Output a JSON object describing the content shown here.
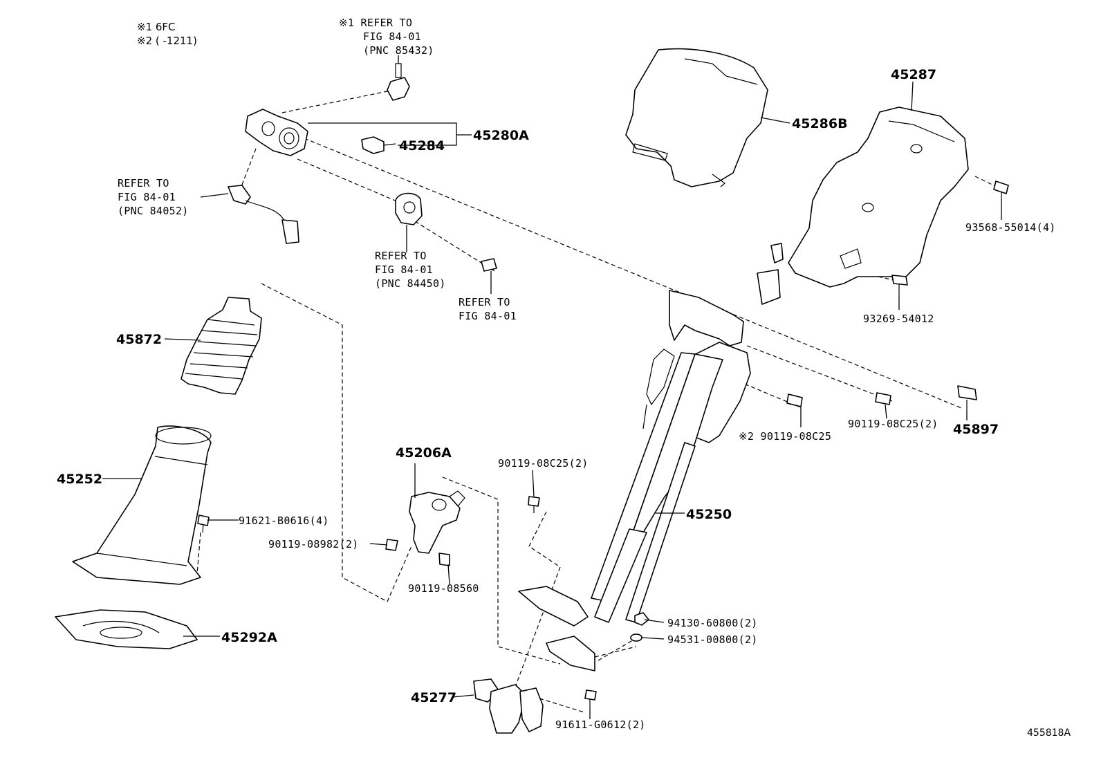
{
  "notes": {
    "note1": "※1 6FC",
    "note2": "※2 (      -1211)"
  },
  "labels": {
    "refer_85432": [
      "※1 REFER TO",
      "FIG 84-01",
      "(PNC 85432)"
    ],
    "refer_84052": [
      "REFER TO",
      "FIG 84-01",
      "(PNC 84052)"
    ],
    "refer_84450": [
      "REFER TO",
      "FIG 84-01",
      "(PNC 84450)"
    ],
    "refer_8401": [
      "REFER TO",
      "FIG 84-01"
    ],
    "p45280A": "45280A",
    "p45284": "45284",
    "p45286B": "45286B",
    "p45287": "45287",
    "p93568": "93568-55014(4)",
    "p93269": "93269-54012",
    "p45872": "45872",
    "p45252": "45252",
    "p91621": "91621-B0616(4)",
    "p45292A": "45292A",
    "p45206A": "45206A",
    "p90119_08982": "90119-08982(2)",
    "p90119_08560": "90119-08560",
    "p90119_08C25_a": "90119-08C25(2)",
    "p90119_08C25_b": "※2 90119-08C25",
    "p90119_08C25_c": "90119-08C25(2)",
    "p45897": "45897",
    "p45250": "45250",
    "p94130": "94130-60800(2)",
    "p94531": "94531-00800(2)",
    "p45277": "45277",
    "p91611": "91611-G0612(2)",
    "figure_code": "455818A"
  }
}
